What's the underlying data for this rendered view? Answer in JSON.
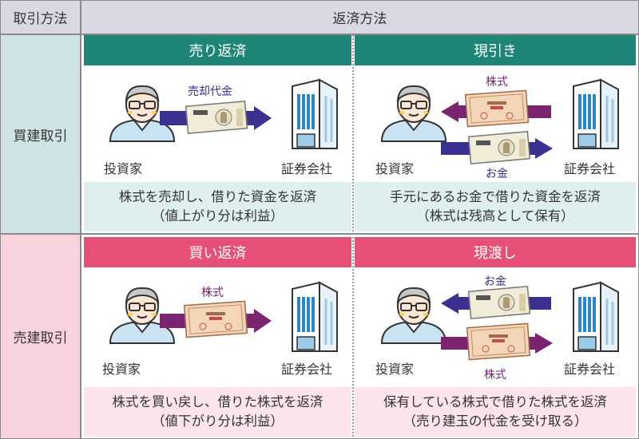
{
  "header": {
    "method": "取引方法",
    "repayment": "返済方法"
  },
  "rows": [
    {
      "side_label": "買建取引"
    },
    {
      "side_label": "売建取引"
    }
  ],
  "panels": [
    {
      "title": "売り返済",
      "investor": "投資家",
      "company": "証券会社",
      "arrow_label": "売却代金",
      "desc_line1": "株式を売却し、借りた資金を返済",
      "desc_line2": "（値上がり分は利益）"
    },
    {
      "title": "現引き",
      "investor": "投資家",
      "company": "証券会社",
      "top_label": "株式",
      "bottom_label": "お金",
      "desc_line1": "手元にあるお金で借りた資金を返済",
      "desc_line2": "（株式は残高として保有）"
    },
    {
      "title": "買い返済",
      "investor": "投資家",
      "company": "証券会社",
      "arrow_label": "株式",
      "desc_line1": "株式を買い戻し、借りた株式を返済",
      "desc_line2": "（値下がり分は利益）"
    },
    {
      "title": "現渡し",
      "investor": "投資家",
      "company": "証券会社",
      "top_label": "お金",
      "bottom_label": "株式",
      "desc_line1": "保有している株式で借りた株式を返済",
      "desc_line2": "（売り建玉の代金を受け取る）"
    }
  ],
  "colors": {
    "teal": "#1f8577",
    "pink": "#e75076",
    "navy_arrow": "#3b3190",
    "purple_arrow": "#7b2571"
  },
  "icons": [
    "investor-icon",
    "building-icon",
    "banknote-icon",
    "stock-certificate-icon",
    "arrow-right-icon",
    "arrow-left-icon"
  ]
}
